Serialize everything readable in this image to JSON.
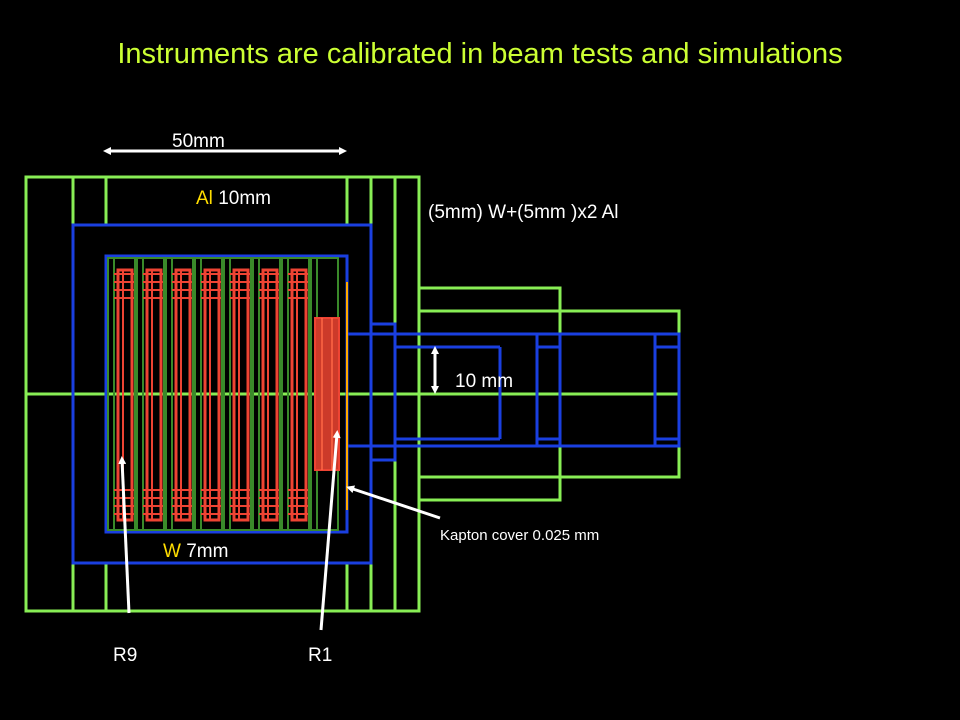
{
  "title": "Instruments are calibrated in beam tests and simulations",
  "labels": {
    "width": "50mm",
    "al_material": "Al",
    "al_thickness": "10mm",
    "w_material": "W",
    "w_thickness": "7mm",
    "layers": "(5mm) W+(5mm )x2 Al",
    "gap": "10 mm",
    "kapton": "Kapton cover  0.025 mm",
    "r9": "R9",
    "r1": "R1"
  },
  "colors": {
    "background": "#000000",
    "title": "#ccff33",
    "structure_green": "#88ee55",
    "blue": "#1a3fe0",
    "red": "#ee4433",
    "dark_green": "#3a8a2a",
    "highlight": "#ffdd00"
  },
  "plate_count": 8
}
